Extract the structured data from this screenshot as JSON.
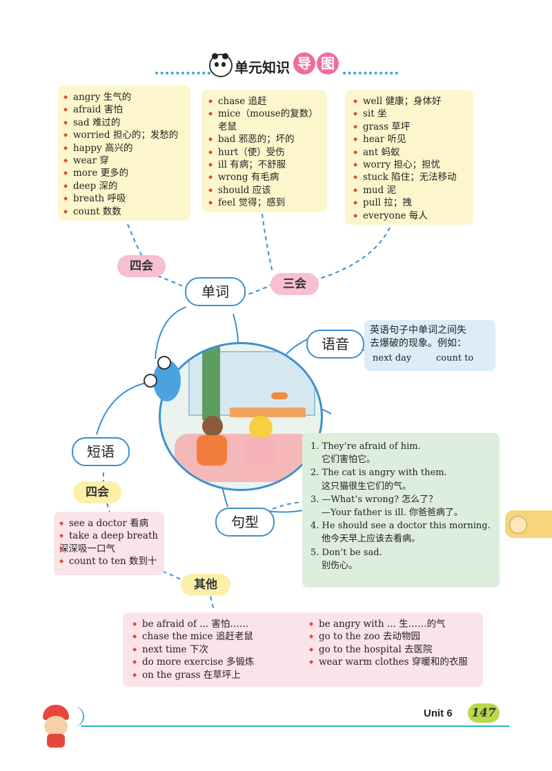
{
  "header": {
    "title_main": "单元知识",
    "title_ch1": "导",
    "title_ch2": "图"
  },
  "words": {
    "four": [
      "angry 生气的",
      "afraid 害怕",
      "sad 难过的",
      "worried 担心的；发愁的",
      "happy 高兴的",
      "wear 穿",
      "more 更多的",
      "deep 深的",
      "breath 呼吸",
      "count 数数"
    ],
    "three_a": [
      "chase 追赶",
      "mice（mouse的复数）",
      "老鼠",
      "bad 邪恶的；坏的",
      "hurt（使）受伤",
      "ill 有病；不舒服",
      "wrong 有毛病",
      "should 应该",
      "feel 觉得；感到"
    ],
    "three_b": [
      "well 健康；身体好",
      "sit 坐",
      "grass 草坪",
      "hear 听见",
      "ant 蚂蚁",
      "worry 担心；担忧",
      "stuck 陷住；无法移动",
      "mud 泥",
      "pull 拉；拽",
      "everyone 每人"
    ]
  },
  "nodes": {
    "words": "单词",
    "phonics": "语音",
    "phrases": "短语",
    "sentences": "句型"
  },
  "tags": {
    "four": "四会",
    "three": "三会",
    "phr_four": "四会",
    "other": "其他"
  },
  "phonics": {
    "line1": "英语句子中单词之间失",
    "line2": "去爆破的现象。例如：",
    "ex1": "next day",
    "ex2": "count to"
  },
  "sentences": [
    "1. They’re afraid of him.",
    "它们害怕它。",
    "2. The cat is angry with them.",
    "这只猫很生它们的气。",
    "3. —What’s wrong? 怎么了？",
    "—Your father is ill. 你爸爸病了。",
    "4. He should see a doctor this morning.",
    "他今天早上应该去看病。",
    "5. Don’t be sad.",
    "别伤心。"
  ],
  "phrases_four": [
    "see a doctor 看病",
    "take a deep breath",
    "深深吸一口气",
    "count to ten 数到十"
  ],
  "other_left": [
    "be afraid of ... 害怕……",
    "chase the mice 追赶老鼠",
    "next time 下次",
    "do more exercise 多锻炼",
    "on the grass 在草坪上"
  ],
  "other_right": [
    "be angry with ... 生……的气",
    "go to the zoo 去动物园",
    "go to the hospital 去医院",
    "wear warm clothes 穿暖和的衣服"
  ],
  "footer": {
    "unit": "Unit 6",
    "page": "147"
  },
  "colors": {
    "accent_blue": "#3a8fd0",
    "bullet_red": "#e3443a",
    "pink_box": "#fbe3ea",
    "yellow_box": "#fdf6cc",
    "green_box": "#ddeedd"
  }
}
